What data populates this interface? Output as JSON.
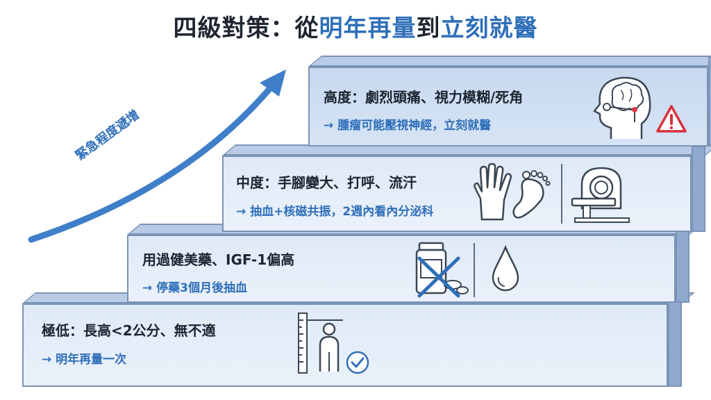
{
  "title": {
    "part1": "四級對策：從",
    "part2": "明年再量",
    "part3": "到",
    "part4": "立刻就醫"
  },
  "arrow_label": "緊急程度遞增",
  "levels": [
    {
      "heading": "極低：長高<2公分、無不適",
      "action": "→ 明年再量一次",
      "icons": [
        "height-measure-icon",
        "check-circle-icon"
      ]
    },
    {
      "heading": "用過健美藥、IGF-1偏高",
      "action": "→ 停藥3個月後抽血",
      "icons": [
        "crossed-out-pill-bottle-icon",
        "blood-drop-icon"
      ]
    },
    {
      "heading": "中度：手腳變大、打呼、流汗",
      "action": "→ 抽血+核磁共振，2週內看內分泌科",
      "icons": [
        "hand-icon",
        "foot-icon",
        "mri-scanner-icon"
      ]
    },
    {
      "heading": "高度：劇烈頭痛、視力模糊/死角",
      "action": "→ 腫瘤可能壓視神經，立刻就醫",
      "icons": [
        "brain-head-icon",
        "warning-icon"
      ]
    }
  ],
  "colors": {
    "accent": "#2f6fb9",
    "warning": "#d9303b",
    "text": "#1c2430"
  }
}
